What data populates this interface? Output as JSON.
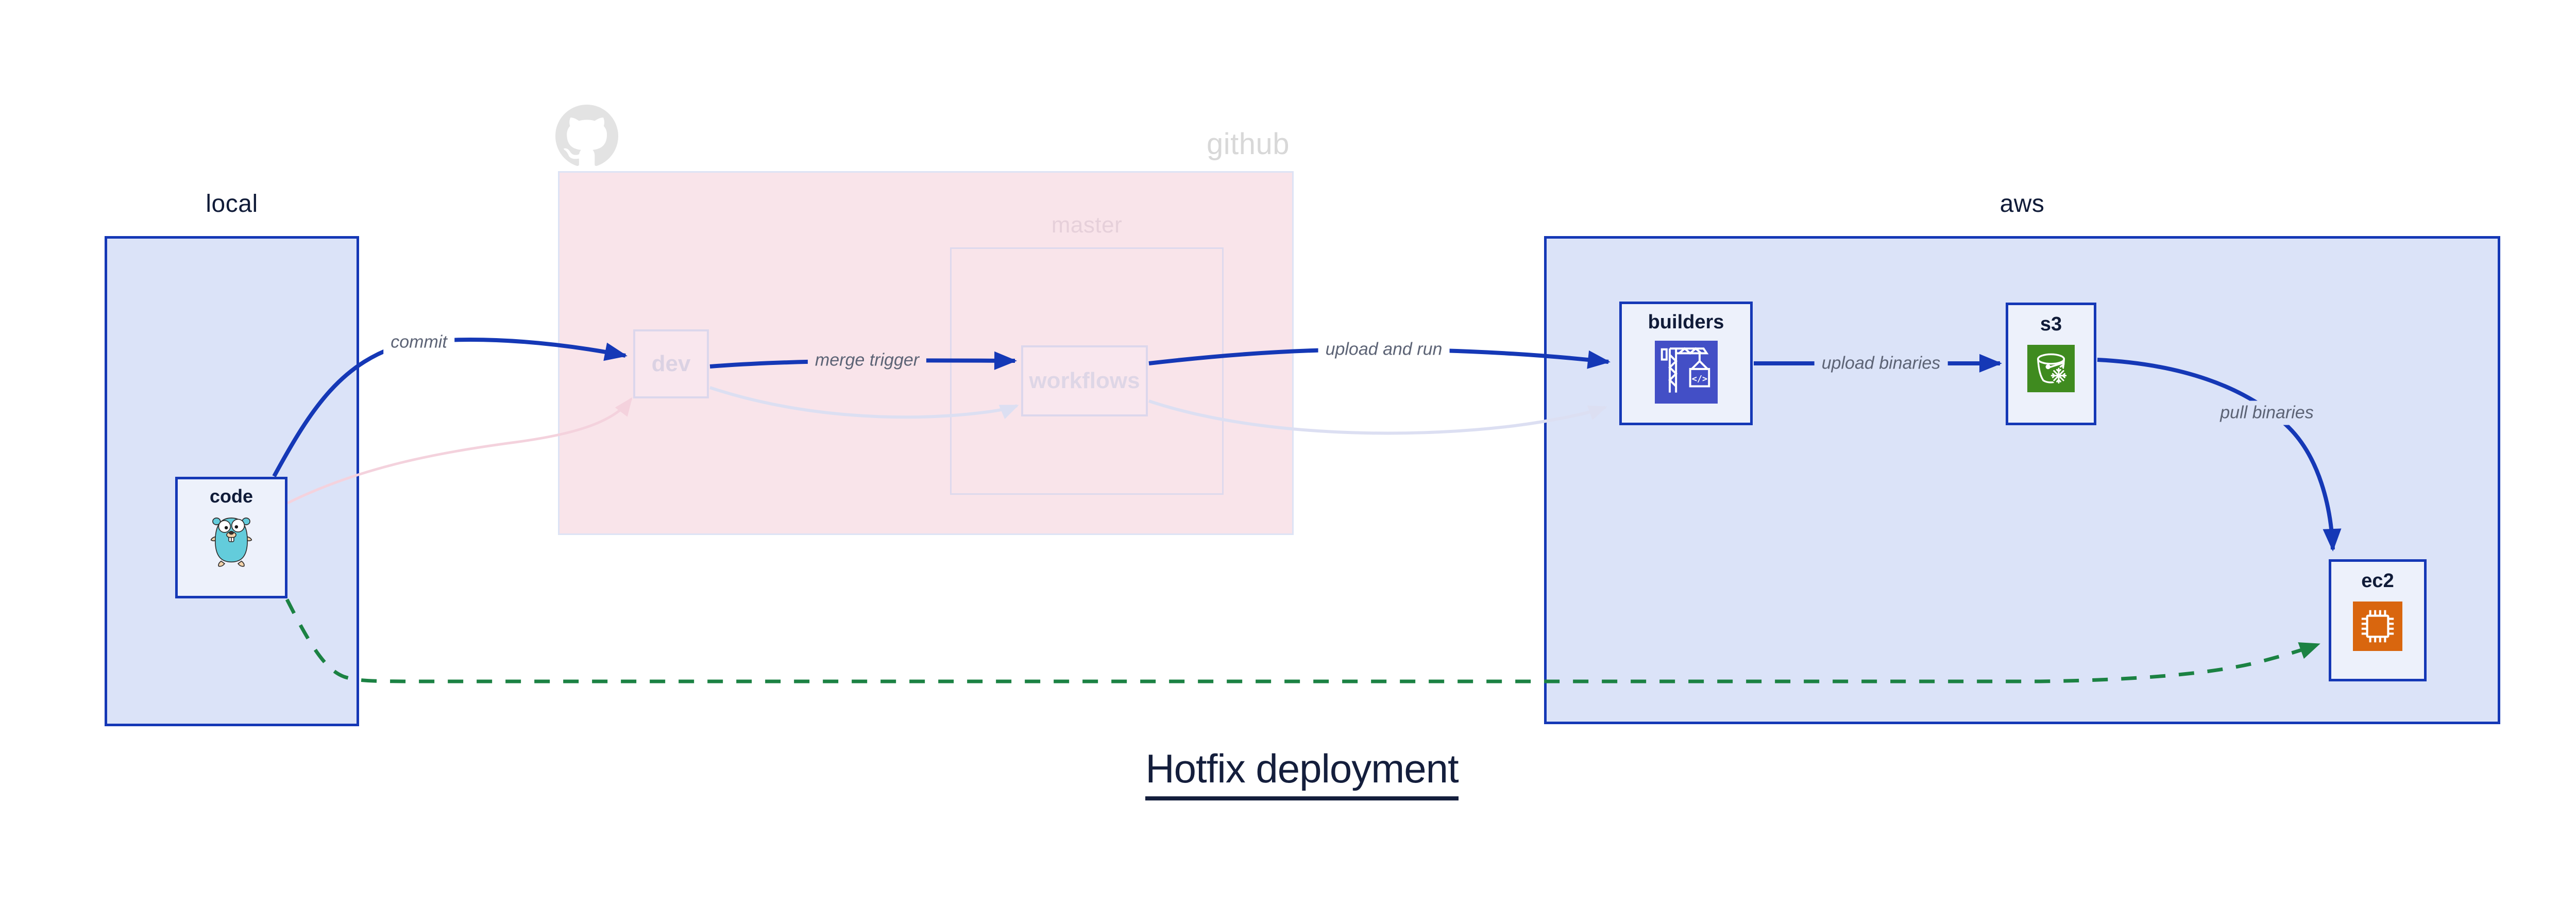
{
  "diagram": {
    "title": "Hotfix deployment"
  },
  "regions": {
    "local": {
      "label": "local"
    },
    "github": {
      "label": "github"
    },
    "master": {
      "label": "master"
    },
    "aws": {
      "label": "aws"
    }
  },
  "nodes": {
    "code": {
      "label": "code",
      "icon": "go-gopher-icon"
    },
    "dev": {
      "label": "dev"
    },
    "workflows": {
      "label": "workflows"
    },
    "builders": {
      "label": "builders",
      "icon": "codebuild-crane-icon",
      "icon_glyph": "</>"
    },
    "s3": {
      "label": "s3",
      "icon": "s3-bucket-icon"
    },
    "ec2": {
      "label": "ec2",
      "icon": "ec2-chip-icon"
    }
  },
  "edges": {
    "commit": {
      "label": "commit",
      "from": "code",
      "to": "dev",
      "style": "solid-blue"
    },
    "code_dev_faded": {
      "label": "",
      "from": "code",
      "to": "dev",
      "style": "faded-pink"
    },
    "merge_trigger": {
      "label": "merge trigger",
      "from": "dev",
      "to": "workflows",
      "style": "solid-blue"
    },
    "dev_wf_faded": {
      "label": "",
      "from": "dev",
      "to": "workflows",
      "style": "faded-lavender"
    },
    "upload_and_run": {
      "label": "upload and run",
      "from": "workflows",
      "to": "builders",
      "style": "solid-blue"
    },
    "wf_build_faded": {
      "label": "",
      "from": "workflows",
      "to": "builders",
      "style": "faded-lavender"
    },
    "upload_binaries": {
      "label": "upload binaries",
      "from": "builders",
      "to": "s3",
      "style": "solid-blue"
    },
    "pull_binaries": {
      "label": "pull binaries",
      "from": "s3",
      "to": "ec2",
      "style": "solid-blue"
    },
    "hotfix_path": {
      "label": "",
      "from": "code",
      "to": "ec2",
      "style": "dashed-green"
    }
  },
  "colors": {
    "accent_blue": "#1538b6",
    "container_fill": "#dbe3f8",
    "node_fill": "#edf1fb",
    "github_fill": "#f9e4ea",
    "faded_lavender": "#dcdff2",
    "faded_pink": "#f4d2dd",
    "hotfix_green": "#1b8243",
    "codebuild_indigo": "#434fc6",
    "s3_green": "#3f8b1f",
    "ec2_orange": "#d9660e",
    "edge_label_gray": "#5c6375",
    "dark_navy": "#101b38"
  }
}
